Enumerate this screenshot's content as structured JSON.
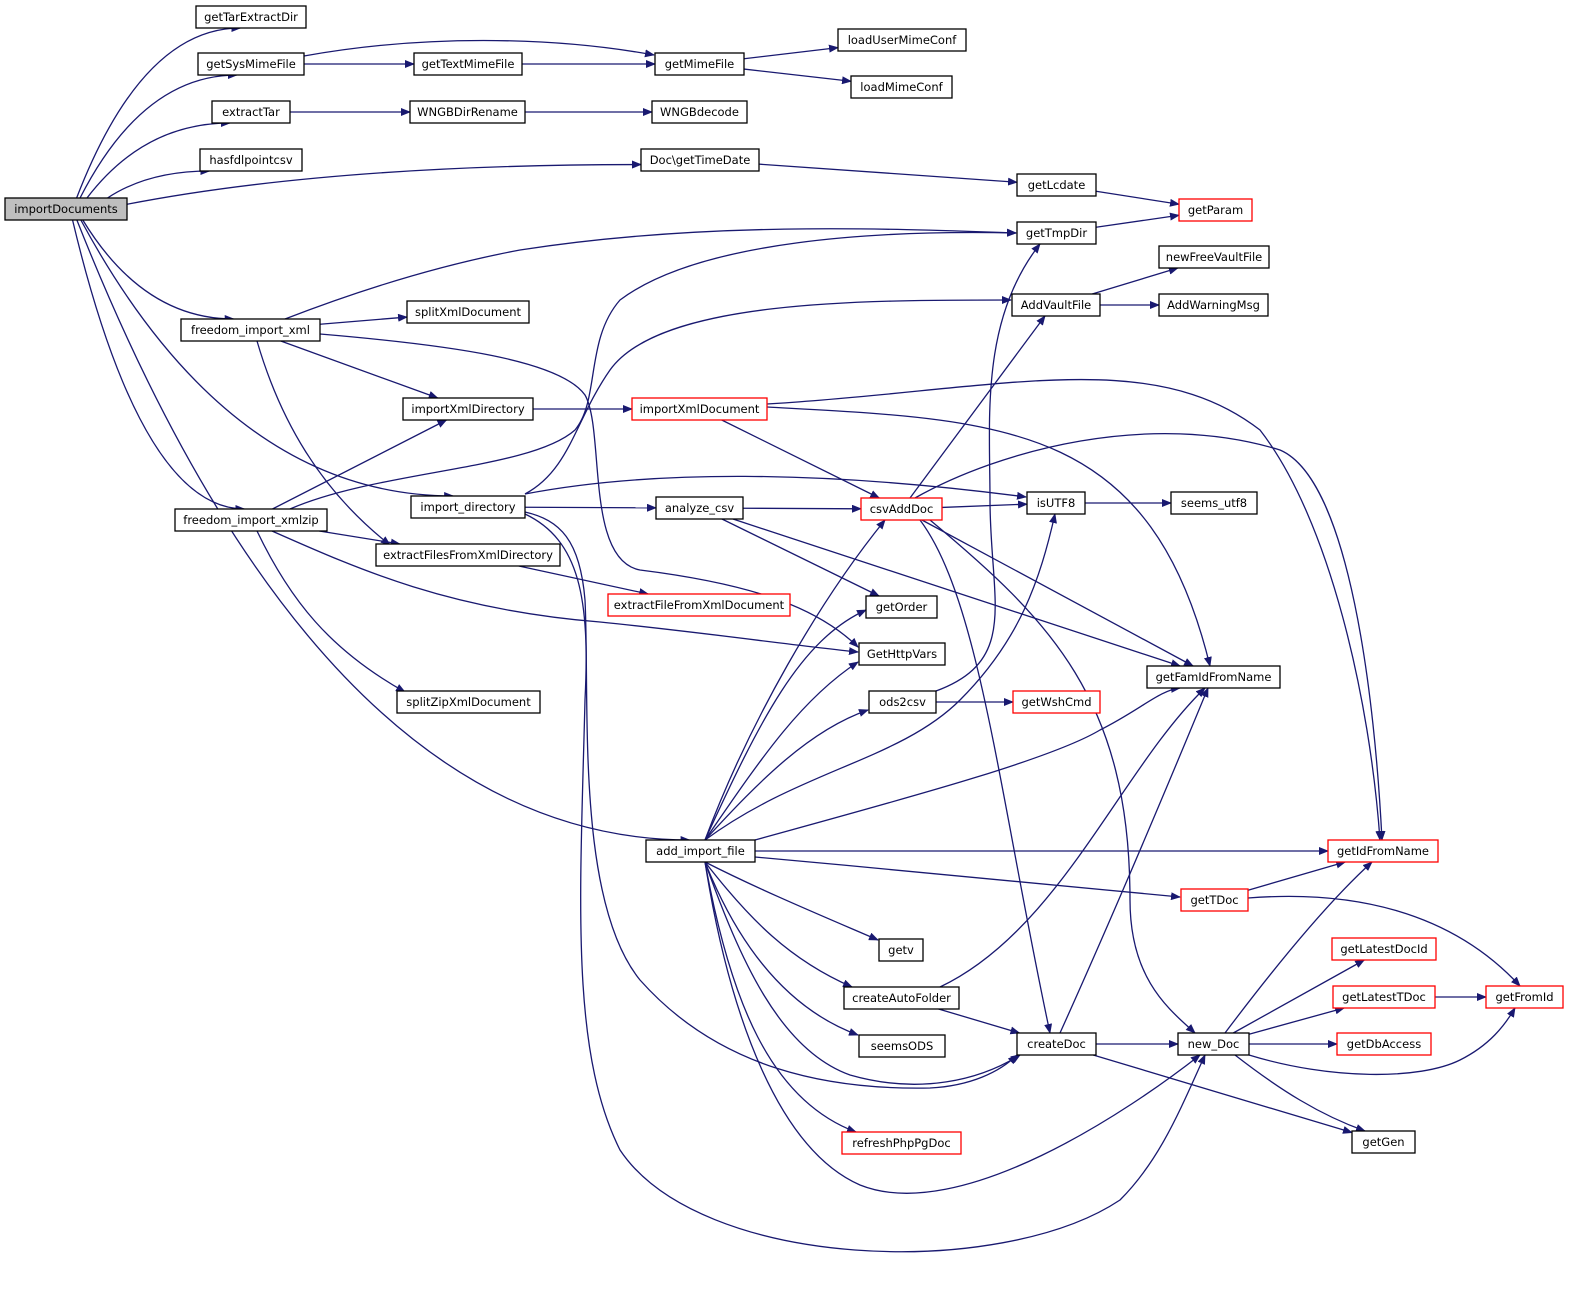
{
  "diagram": {
    "edge_color": "#191970",
    "node_border_color": "#000000",
    "truncated_node_border_color": "#ff0000",
    "root_fill_color": "#bfbfbf",
    "nodes": [
      {
        "id": "importDocuments",
        "label": "importDocuments",
        "style": "root"
      },
      {
        "id": "getTarExtractDir",
        "label": "getTarExtractDir",
        "style": "normal"
      },
      {
        "id": "getSysMimeFile",
        "label": "getSysMimeFile",
        "style": "normal"
      },
      {
        "id": "getTextMimeFile",
        "label": "getTextMimeFile",
        "style": "normal"
      },
      {
        "id": "getMimeFile",
        "label": "getMimeFile",
        "style": "normal"
      },
      {
        "id": "loadUserMimeConf",
        "label": "loadUserMimeConf",
        "style": "normal"
      },
      {
        "id": "loadMimeConf",
        "label": "loadMimeConf",
        "style": "normal"
      },
      {
        "id": "extractTar",
        "label": "extractTar",
        "style": "normal"
      },
      {
        "id": "WNGBDirRename",
        "label": "WNGBDirRename",
        "style": "normal"
      },
      {
        "id": "WNGBdecode",
        "label": "WNGBdecode",
        "style": "normal"
      },
      {
        "id": "hasfdlpointcsv",
        "label": "hasfdlpointcsv",
        "style": "normal"
      },
      {
        "id": "DocGetTimeDate",
        "label": "Doc\\getTimeDate",
        "style": "normal"
      },
      {
        "id": "getLcdate",
        "label": "getLcdate",
        "style": "normal"
      },
      {
        "id": "getParam",
        "label": "getParam",
        "style": "truncated"
      },
      {
        "id": "getTmpDir",
        "label": "getTmpDir",
        "style": "normal"
      },
      {
        "id": "newFreeVaultFile",
        "label": "newFreeVaultFile",
        "style": "normal"
      },
      {
        "id": "AddVaultFile",
        "label": "AddVaultFile",
        "style": "normal"
      },
      {
        "id": "AddWarningMsg",
        "label": "AddWarningMsg",
        "style": "normal"
      },
      {
        "id": "freedom_import_xml",
        "label": "freedom_import_xml",
        "style": "normal"
      },
      {
        "id": "splitXmlDocument",
        "label": "splitXmlDocument",
        "style": "normal"
      },
      {
        "id": "importXmlDirectory",
        "label": "importXmlDirectory",
        "style": "normal"
      },
      {
        "id": "importXmlDocument",
        "label": "importXmlDocument",
        "style": "truncated"
      },
      {
        "id": "import_directory",
        "label": "import_directory",
        "style": "normal"
      },
      {
        "id": "analyze_csv",
        "label": "analyze_csv",
        "style": "normal"
      },
      {
        "id": "csvAddDoc",
        "label": "csvAddDoc",
        "style": "truncated"
      },
      {
        "id": "isUTF8",
        "label": "isUTF8",
        "style": "normal"
      },
      {
        "id": "seems_utf8",
        "label": "seems_utf8",
        "style": "normal"
      },
      {
        "id": "freedom_import_xmlzip",
        "label": "freedom_import_xmlzip",
        "style": "normal"
      },
      {
        "id": "extractFilesFromXmlDirectory",
        "label": "extractFilesFromXmlDirectory",
        "style": "normal"
      },
      {
        "id": "extractFileFromXmlDocument",
        "label": "extractFileFromXmlDocument",
        "style": "truncated"
      },
      {
        "id": "getOrder",
        "label": "getOrder",
        "style": "normal"
      },
      {
        "id": "GetHttpVars",
        "label": "GetHttpVars",
        "style": "normal"
      },
      {
        "id": "getFamIdFromName",
        "label": "getFamIdFromName",
        "style": "normal"
      },
      {
        "id": "ods2csv",
        "label": "ods2csv",
        "style": "normal"
      },
      {
        "id": "getWshCmd",
        "label": "getWshCmd",
        "style": "truncated"
      },
      {
        "id": "splitZipXmlDocument",
        "label": "splitZipXmlDocument",
        "style": "normal"
      },
      {
        "id": "add_import_file",
        "label": "add_import_file",
        "style": "normal"
      },
      {
        "id": "getIdFromName",
        "label": "getIdFromName",
        "style": "truncated"
      },
      {
        "id": "getTDoc",
        "label": "getTDoc",
        "style": "truncated"
      },
      {
        "id": "getv",
        "label": "getv",
        "style": "normal"
      },
      {
        "id": "getLatestDocId",
        "label": "getLatestDocId",
        "style": "truncated"
      },
      {
        "id": "createAutoFolder",
        "label": "createAutoFolder",
        "style": "normal"
      },
      {
        "id": "getLatestTDoc",
        "label": "getLatestTDoc",
        "style": "truncated"
      },
      {
        "id": "getFromId",
        "label": "getFromId",
        "style": "truncated"
      },
      {
        "id": "seemsODS",
        "label": "seemsODS",
        "style": "normal"
      },
      {
        "id": "createDoc",
        "label": "createDoc",
        "style": "normal"
      },
      {
        "id": "new_Doc",
        "label": "new_Doc",
        "style": "normal"
      },
      {
        "id": "getDbAccess",
        "label": "getDbAccess",
        "style": "truncated"
      },
      {
        "id": "refreshPhpPgDoc",
        "label": "refreshPhpPgDoc",
        "style": "truncated"
      },
      {
        "id": "getGen",
        "label": "getGen",
        "style": "normal"
      }
    ],
    "edges": [
      [
        "importDocuments",
        "getTarExtractDir"
      ],
      [
        "importDocuments",
        "getSysMimeFile"
      ],
      [
        "importDocuments",
        "extractTar"
      ],
      [
        "importDocuments",
        "hasfdlpointcsv"
      ],
      [
        "importDocuments",
        "DocGetTimeDate"
      ],
      [
        "importDocuments",
        "freedom_import_xml"
      ],
      [
        "importDocuments",
        "import_directory"
      ],
      [
        "importDocuments",
        "freedom_import_xmlzip"
      ],
      [
        "importDocuments",
        "add_import_file"
      ],
      [
        "getSysMimeFile",
        "getTextMimeFile"
      ],
      [
        "getSysMimeFile",
        "getMimeFile"
      ],
      [
        "getTextMimeFile",
        "getMimeFile"
      ],
      [
        "getMimeFile",
        "loadUserMimeConf"
      ],
      [
        "getMimeFile",
        "loadMimeConf"
      ],
      [
        "extractTar",
        "WNGBDirRename"
      ],
      [
        "WNGBDirRename",
        "WNGBdecode"
      ],
      [
        "DocGetTimeDate",
        "getLcdate"
      ],
      [
        "getLcdate",
        "getParam"
      ],
      [
        "getTmpDir",
        "getParam"
      ],
      [
        "AddVaultFile",
        "newFreeVaultFile"
      ],
      [
        "AddVaultFile",
        "AddWarningMsg"
      ],
      [
        "freedom_import_xml",
        "getTmpDir"
      ],
      [
        "freedom_import_xml",
        "splitXmlDocument"
      ],
      [
        "freedom_import_xml",
        "importXmlDirectory"
      ],
      [
        "freedom_import_xml",
        "extractFilesFromXmlDirectory"
      ],
      [
        "freedom_import_xml",
        "GetHttpVars"
      ],
      [
        "importXmlDirectory",
        "importXmlDocument"
      ],
      [
        "importXmlDocument",
        "csvAddDoc"
      ],
      [
        "importXmlDocument",
        "getFamIdFromName"
      ],
      [
        "importXmlDocument",
        "getIdFromName"
      ],
      [
        "import_directory",
        "analyze_csv"
      ],
      [
        "import_directory",
        "isUTF8"
      ],
      [
        "import_directory",
        "AddVaultFile"
      ],
      [
        "import_directory",
        "createDoc"
      ],
      [
        "import_directory",
        "new_Doc"
      ],
      [
        "analyze_csv",
        "csvAddDoc"
      ],
      [
        "analyze_csv",
        "getOrder"
      ],
      [
        "analyze_csv",
        "getFamIdFromName"
      ],
      [
        "csvAddDoc",
        "isUTF8"
      ],
      [
        "csvAddDoc",
        "AddVaultFile"
      ],
      [
        "csvAddDoc",
        "getFamIdFromName"
      ],
      [
        "csvAddDoc",
        "getIdFromName"
      ],
      [
        "csvAddDoc",
        "createDoc"
      ],
      [
        "csvAddDoc",
        "new_Doc"
      ],
      [
        "isUTF8",
        "seems_utf8"
      ],
      [
        "freedom_import_xmlzip",
        "getTmpDir"
      ],
      [
        "freedom_import_xmlzip",
        "importXmlDirectory"
      ],
      [
        "freedom_import_xmlzip",
        "extractFilesFromXmlDirectory"
      ],
      [
        "freedom_import_xmlzip",
        "GetHttpVars"
      ],
      [
        "freedom_import_xmlzip",
        "splitZipXmlDocument"
      ],
      [
        "extractFilesFromXmlDirectory",
        "extractFileFromXmlDocument"
      ],
      [
        "ods2csv",
        "getTmpDir"
      ],
      [
        "ods2csv",
        "getWshCmd"
      ],
      [
        "add_import_file",
        "csvAddDoc"
      ],
      [
        "add_import_file",
        "getOrder"
      ],
      [
        "add_import_file",
        "GetHttpVars"
      ],
      [
        "add_import_file",
        "ods2csv"
      ],
      [
        "add_import_file",
        "isUTF8"
      ],
      [
        "add_import_file",
        "getFamIdFromName"
      ],
      [
        "add_import_file",
        "getIdFromName"
      ],
      [
        "add_import_file",
        "getTDoc"
      ],
      [
        "add_import_file",
        "getv"
      ],
      [
        "add_import_file",
        "createAutoFolder"
      ],
      [
        "add_import_file",
        "seemsODS"
      ],
      [
        "add_import_file",
        "createDoc"
      ],
      [
        "add_import_file",
        "refreshPhpPgDoc"
      ],
      [
        "add_import_file",
        "new_Doc"
      ],
      [
        "getTDoc",
        "getIdFromName"
      ],
      [
        "getTDoc",
        "getFromId"
      ],
      [
        "createAutoFolder",
        "getFamIdFromName"
      ],
      [
        "createAutoFolder",
        "createDoc"
      ],
      [
        "createDoc",
        "getFamIdFromName"
      ],
      [
        "createDoc",
        "new_Doc"
      ],
      [
        "createDoc",
        "getGen"
      ],
      [
        "new_Doc",
        "getIdFromName"
      ],
      [
        "new_Doc",
        "getLatestDocId"
      ],
      [
        "new_Doc",
        "getLatestTDoc"
      ],
      [
        "new_Doc",
        "getDbAccess"
      ],
      [
        "new_Doc",
        "getFromId"
      ],
      [
        "new_Doc",
        "getGen"
      ],
      [
        "getLatestTDoc",
        "getFromId"
      ]
    ]
  }
}
